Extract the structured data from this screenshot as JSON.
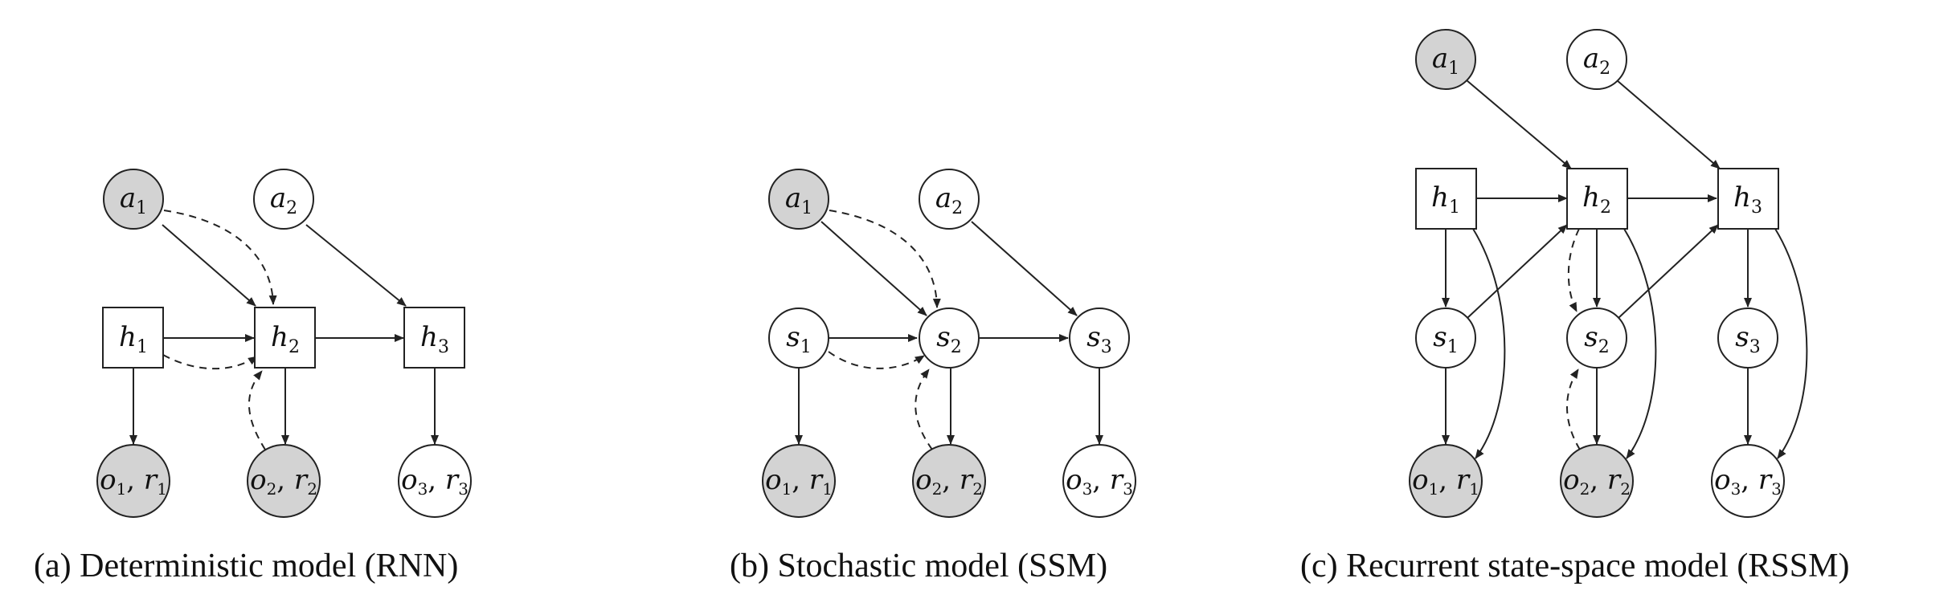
{
  "colors": {
    "observed_fill": "#d3d3d3",
    "latent_fill": "#ffffff",
    "stroke": "#222222"
  },
  "panels": [
    {
      "caption": "(a) Deterministic model (RNN)",
      "nodes": [
        {
          "id": "a1",
          "base": "a",
          "sub": "1",
          "shape": "circle",
          "filled": true
        },
        {
          "id": "a2",
          "base": "a",
          "sub": "2",
          "shape": "circle",
          "filled": false
        },
        {
          "id": "h1",
          "base": "h",
          "sub": "1",
          "shape": "square",
          "filled": false
        },
        {
          "id": "h2",
          "base": "h",
          "sub": "2",
          "shape": "square",
          "filled": false
        },
        {
          "id": "h3",
          "base": "h",
          "sub": "3",
          "shape": "square",
          "filled": false
        },
        {
          "id": "o1",
          "base": "o",
          "sub": "1",
          "base2": "r",
          "sub2": "1",
          "shape": "circle",
          "filled": true
        },
        {
          "id": "o2",
          "base": "o",
          "sub": "2",
          "base2": "r",
          "sub2": "2",
          "shape": "circle",
          "filled": true
        },
        {
          "id": "o3",
          "base": "o",
          "sub": "3",
          "base2": "r",
          "sub2": "3",
          "shape": "circle",
          "filled": false
        }
      ]
    },
    {
      "caption": "(b) Stochastic model (SSM)",
      "nodes": [
        {
          "id": "a1",
          "base": "a",
          "sub": "1",
          "shape": "circle",
          "filled": true
        },
        {
          "id": "a2",
          "base": "a",
          "sub": "2",
          "shape": "circle",
          "filled": false
        },
        {
          "id": "s1",
          "base": "s",
          "sub": "1",
          "shape": "circle",
          "filled": false
        },
        {
          "id": "s2",
          "base": "s",
          "sub": "2",
          "shape": "circle",
          "filled": false
        },
        {
          "id": "s3",
          "base": "s",
          "sub": "3",
          "shape": "circle",
          "filled": false
        },
        {
          "id": "o1",
          "base": "o",
          "sub": "1",
          "base2": "r",
          "sub2": "1",
          "shape": "circle",
          "filled": true
        },
        {
          "id": "o2",
          "base": "o",
          "sub": "2",
          "base2": "r",
          "sub2": "2",
          "shape": "circle",
          "filled": true
        },
        {
          "id": "o3",
          "base": "o",
          "sub": "3",
          "base2": "r",
          "sub2": "3",
          "shape": "circle",
          "filled": false
        }
      ]
    },
    {
      "caption": "(c) Recurrent state-space model (RSSM)",
      "nodes": [
        {
          "id": "a1",
          "base": "a",
          "sub": "1",
          "shape": "circle",
          "filled": true
        },
        {
          "id": "a2",
          "base": "a",
          "sub": "2",
          "shape": "circle",
          "filled": false
        },
        {
          "id": "h1",
          "base": "h",
          "sub": "1",
          "shape": "square",
          "filled": false
        },
        {
          "id": "h2",
          "base": "h",
          "sub": "2",
          "shape": "square",
          "filled": false
        },
        {
          "id": "h3",
          "base": "h",
          "sub": "3",
          "shape": "square",
          "filled": false
        },
        {
          "id": "s1",
          "base": "s",
          "sub": "1",
          "shape": "circle",
          "filled": false
        },
        {
          "id": "s2",
          "base": "s",
          "sub": "2",
          "shape": "circle",
          "filled": false
        },
        {
          "id": "s3",
          "base": "s",
          "sub": "3",
          "shape": "circle",
          "filled": false
        },
        {
          "id": "o1",
          "base": "o",
          "sub": "1",
          "base2": "r",
          "sub2": "1",
          "shape": "circle",
          "filled": true
        },
        {
          "id": "o2",
          "base": "o",
          "sub": "2",
          "base2": "r",
          "sub2": "2",
          "shape": "circle",
          "filled": true
        },
        {
          "id": "o3",
          "base": "o",
          "sub": "3",
          "base2": "r",
          "sub2": "3",
          "shape": "circle",
          "filled": false
        }
      ]
    }
  ]
}
